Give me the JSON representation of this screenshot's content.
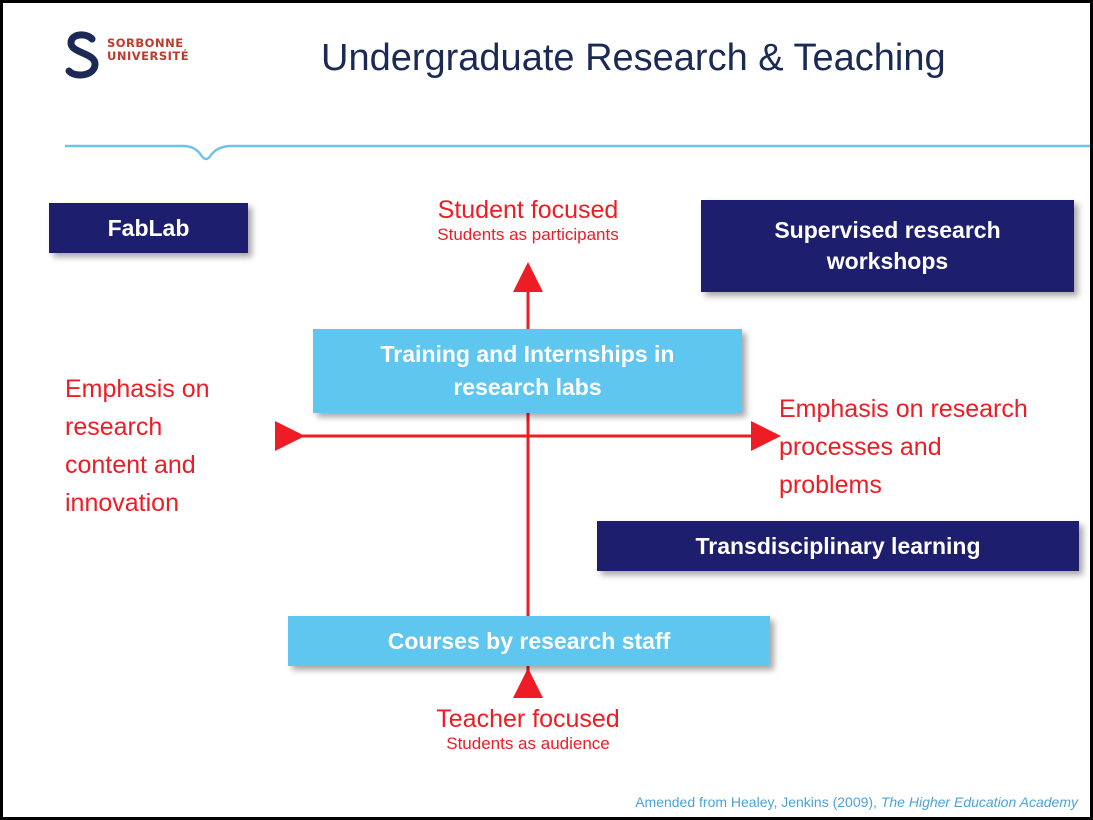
{
  "logo": {
    "line1": "SORBONNE",
    "line2": "UNIVERSITÉ",
    "color": "#c0392b"
  },
  "title": "Undergraduate Research & Teaching",
  "axes": {
    "top": {
      "title": "Student focused",
      "subtitle": "Students as participants"
    },
    "bottom": {
      "title": "Teacher focused",
      "subtitle": "Students as audience"
    },
    "left": "Emphasis on\nresearch\ncontent and\ninnovation",
    "right": "Emphasis on research\nprocesses and\nproblems",
    "color": "#ee1c25"
  },
  "boxes": {
    "fablab": "FabLab",
    "supervised": "Supervised research\nworkshops",
    "training": "Training and Internships in\nresearch labs",
    "transdisciplinary": "Transdisciplinary learning",
    "courses": "Courses by research staff"
  },
  "colors": {
    "dark_box": "#1d1f6e",
    "light_box": "#5fc6ef",
    "title": "#1b2a55",
    "rule": "#6fc3e8",
    "footer": "#4aa3d9"
  },
  "footer": {
    "text": "Amended from Healey, Jenkins (2009), ",
    "source": "The Higher Education Academy"
  }
}
